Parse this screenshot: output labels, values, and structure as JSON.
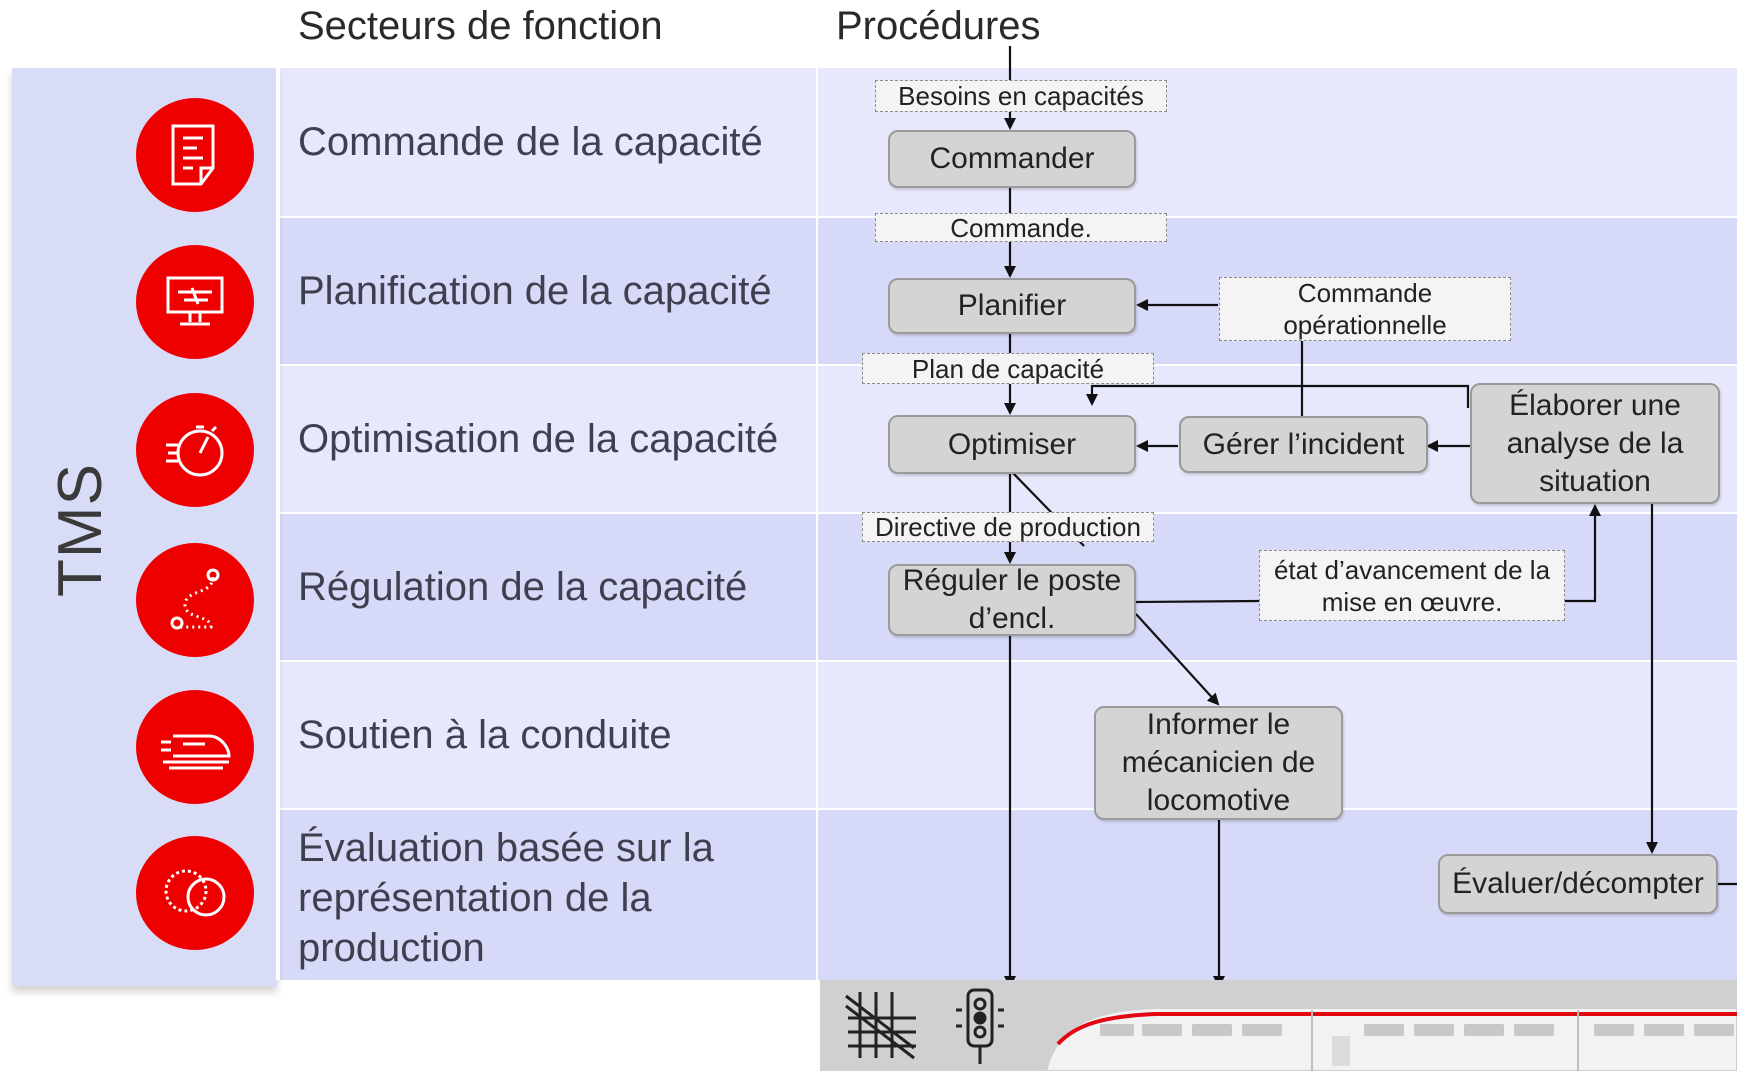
{
  "header": {
    "sectors_title": "Secteurs de fonction",
    "procedures_title": "Procédures"
  },
  "sidebar": {
    "label": "TMS"
  },
  "sectors": [
    {
      "label": "Commande de la capacité",
      "icon": "document-icon"
    },
    {
      "label": "Planification de la capacité",
      "icon": "monitor-icon"
    },
    {
      "label": "Optimisation de la capacité",
      "icon": "stopwatch-icon"
    },
    {
      "label": "Régulation de la capacité",
      "icon": "route-icon"
    },
    {
      "label": "Soutien à la conduite",
      "icon": "train-icon"
    },
    {
      "label": "Évaluation basée sur la représentation de la production",
      "icon": "coins-icon"
    }
  ],
  "procedures": {
    "commander": "Commander",
    "planifier": "Planifier",
    "optimiser": "Optimiser",
    "gerer_incident": "Gérer l’incident",
    "elaborer_analyse": "Élaborer une analyse de la situation",
    "reguler": "Réguler le poste d’encl.",
    "informer": "Informer le mécanicien de locomotive",
    "evaluer": "Évaluer/décompter"
  },
  "flow_labels": {
    "besoins": "Besoins en capacités",
    "commande": "Commande.",
    "commande_operationnelle": "Commande opérationnelle",
    "plan_capacite": "Plan de capacité",
    "directive": "Directive de production",
    "etat_avancement": "état d’avancement de la mise en œuvre."
  },
  "colors": {
    "accent_red": "#ef0000",
    "panel": "#d9dcf7",
    "row_light": "#e7e8fb",
    "row_dark": "#d7d9f8",
    "box_fill": "#d4d4d4"
  }
}
